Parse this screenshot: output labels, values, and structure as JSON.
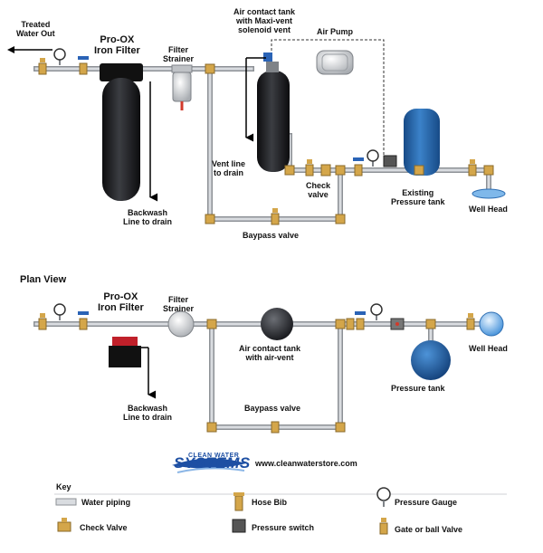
{
  "top_view": {
    "treated_water_out": "Treated\nWater Out",
    "pro_ox_filter": "Pro-OX\nIron Filter",
    "filter_strainer": "Filter\nStrainer",
    "air_contact_tank": "Air contact tank\nwith Maxi-vent\nsolenoid vent",
    "air_pump": "Air Pump",
    "vent_line": "Vent line\nto drain",
    "check_valve": "Check\nvalve",
    "existing_pressure_tank": "Existing\nPressure tank",
    "well_head": "Well Head",
    "backwash": "Backwash\nLine to drain",
    "bypass_valve": "Baypass valve"
  },
  "plan_view": {
    "title": "Plan View",
    "pro_ox_filter": "Pro-OX\nIron Filter",
    "filter_strainer": "Filter\nStrainer",
    "air_contact_tank": "Air contact tank\nwith air-vent",
    "well_head": "Well Head",
    "pressure_tank": "Pressure tank",
    "backwash": "Backwash\nLine to drain",
    "bypass_valve": "Baypass valve"
  },
  "logo": {
    "top": "CLEAN WATER",
    "main": "SYSTEMS",
    "url": "www.cleanwaterstore.com"
  },
  "key": {
    "title": "Key",
    "water_piping": "Water piping",
    "check_valve": "Check Valve",
    "hose_bib": "Hose Bib",
    "pressure_switch": "Pressure switch",
    "pressure_gauge": "Pressure Gauge",
    "gate_valve": "Gate or ball Valve"
  },
  "colors": {
    "pipe": "#c9ccd0",
    "pipe_edge": "#8d9196",
    "fitting": "#d4a64a",
    "tank_black": "#1e1f22",
    "tank_blue": "#2c6bb3",
    "brand_blue": "#1d4fa3"
  }
}
